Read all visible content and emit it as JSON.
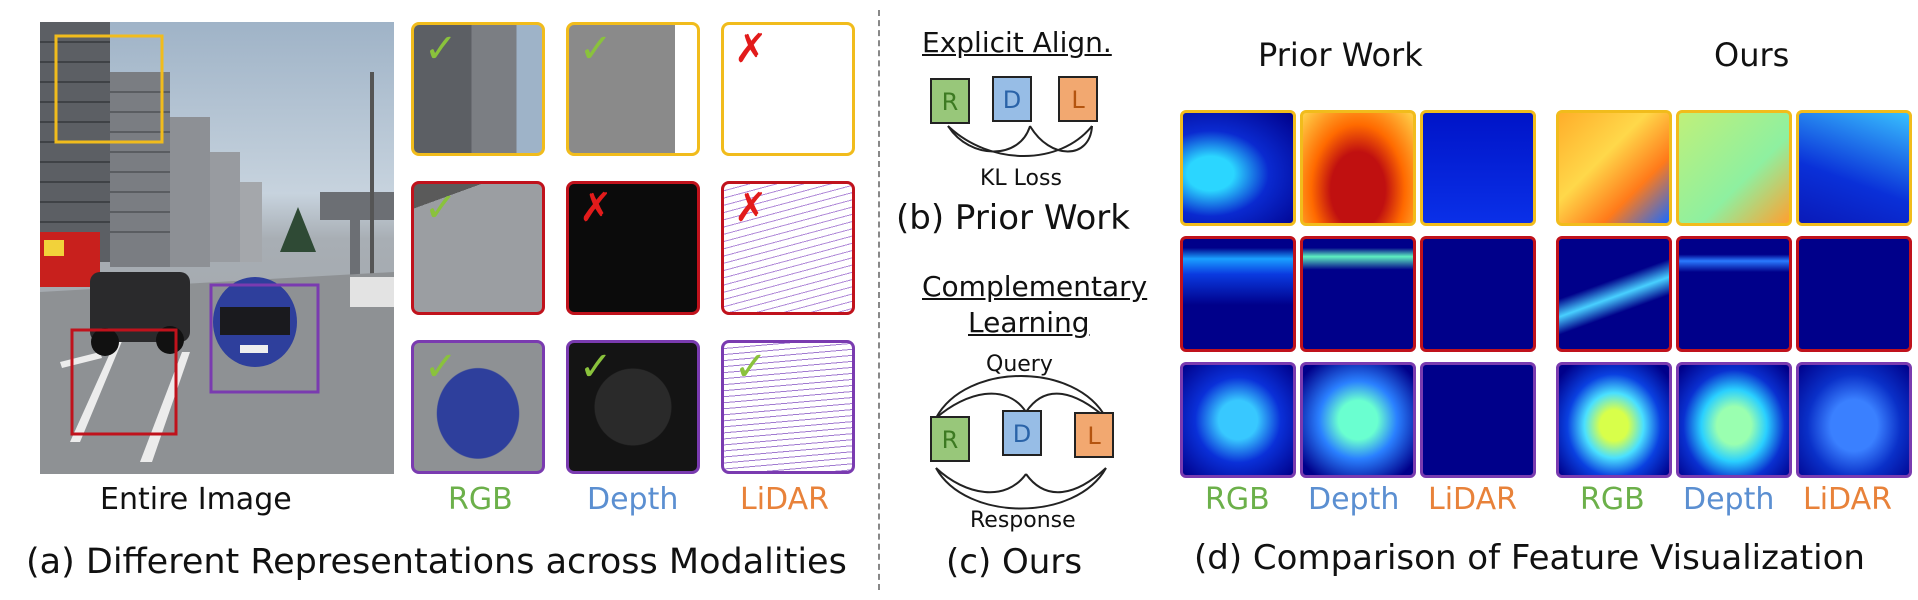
{
  "panel_a": {
    "entire_image_label": "Entire Image",
    "modality_labels": [
      "RGB",
      "Depth",
      "LiDAR"
    ],
    "caption": "(a) Different Representations across Modalities",
    "rows": [
      {
        "region": "yellow",
        "marks": [
          "check",
          "check",
          "cross"
        ]
      },
      {
        "region": "red",
        "marks": [
          "check",
          "cross",
          "cross"
        ]
      },
      {
        "region": "purple",
        "marks": [
          "check",
          "check",
          "check"
        ]
      }
    ]
  },
  "panel_b": {
    "title": "Explicit Align.",
    "loss_label": "KL Loss",
    "caption": "(b) Prior Work",
    "cubes": [
      "R",
      "D",
      "L"
    ]
  },
  "panel_c": {
    "title_line1": "Complementary",
    "title_line2": "Learning",
    "query_label": "Query",
    "response_label": "Response",
    "caption": "(c) Ours",
    "cubes": [
      "R",
      "D",
      "L"
    ]
  },
  "panel_d": {
    "prior_heading": "Prior Work",
    "ours_heading": "Ours",
    "modality_labels": [
      "RGB",
      "Depth",
      "LiDAR",
      "RGB",
      "Depth",
      "LiDAR"
    ],
    "caption": "(d) Comparison of Feature Visualization"
  },
  "colors": {
    "rgb": "#6cb04a",
    "depth": "#5b8fd1",
    "lidar": "#e8823a",
    "yellow": "#f1bc1c",
    "red": "#c0121c",
    "purple": "#7a3bb0"
  }
}
